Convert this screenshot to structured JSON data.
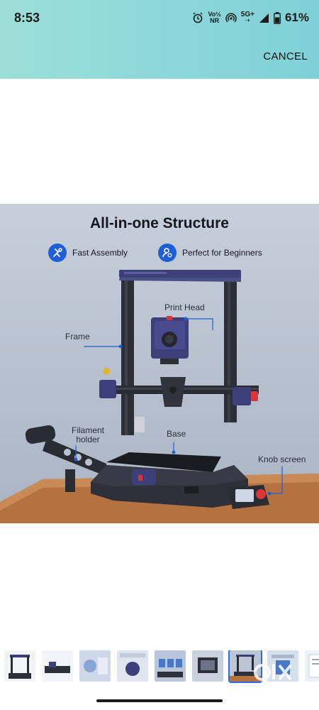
{
  "status_bar": {
    "time": "8:53",
    "volte": "Vo½",
    "volte_sub": "NR",
    "network": "5G+",
    "battery": "61%"
  },
  "top_bar": {
    "cancel_label": "CANCEL"
  },
  "product_image": {
    "title": "All-in-one Structure",
    "features": [
      {
        "label": "Fast Assembly",
        "icon": "tools-icon"
      },
      {
        "label": "Perfect for Beginners",
        "icon": "user-gear-icon"
      }
    ],
    "labels": {
      "print_head": "Print Head",
      "frame": "Frame",
      "filament_holder_1": "Filament",
      "filament_holder_2": "holder",
      "base": "Base",
      "knob_screen": "Knob screen"
    },
    "accent_color": "#1f5fd6"
  },
  "thumbnails": {
    "count": 9,
    "selected_index": 6
  },
  "colors": {
    "top_bar": "#8fd8da",
    "printer_purple": "#3c3f7a",
    "table_wood": "#b5713f"
  }
}
